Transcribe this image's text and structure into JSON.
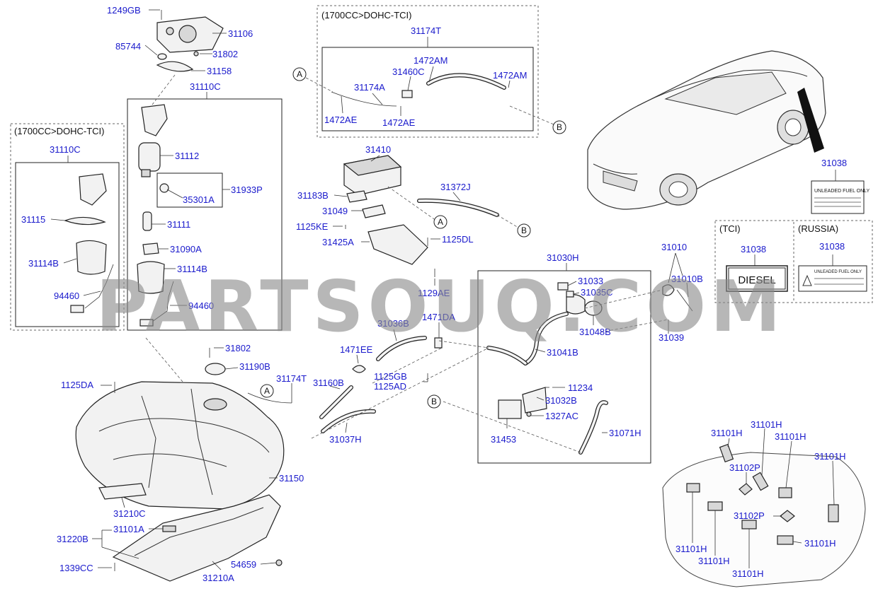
{
  "watermark": "PARTSOUQ.COM",
  "headers": {
    "variant_left": "(1700CC>DOHC-TCI)",
    "variant_top": "(1700CC>DOHC-TCI)",
    "tci": "(TCI)",
    "russia": "(RUSSIA)"
  },
  "callouts": {
    "a": "A",
    "b": "B"
  },
  "labels": {
    "diesel": "DIESEL",
    "fuel_label_1": "UNLEADED FUEL ONLY",
    "fuel_label_2": "UNLEADED FUEL ONLY"
  },
  "parts": {
    "p1249GB": "1249GB",
    "p31106": "31106",
    "p85744": "85744",
    "p31802a": "31802",
    "p31158": "31158",
    "p31110C_main": "31110C",
    "p31110C_alt": "31110C",
    "p31112": "31112",
    "p31933P": "31933P",
    "p35301A": "35301A",
    "p31111": "31111",
    "p31090A": "31090A",
    "p31114B_main": "31114B",
    "p94460_main": "94460",
    "p31115": "31115",
    "p31114B_alt": "31114B",
    "p94460_alt": "94460",
    "p31174T_top": "31174T",
    "p1472AM_a": "1472AM",
    "p31460C": "31460C",
    "p1472AM_b": "1472AM",
    "p31174A": "31174A",
    "p1472AE_a": "1472AE",
    "p1472AE_b": "1472AE",
    "p31410": "31410",
    "p31183B": "31183B",
    "p31372J": "31372J",
    "p31049": "31049",
    "p1125KE": "1125KE",
    "p31425A": "31425A",
    "p1125DL": "1125DL",
    "p1129AE": "1129AE",
    "p31038_car": "31038",
    "p31038_tci": "31038",
    "p31038_rus": "31038",
    "p31010": "31010",
    "p31010B": "31010B",
    "p31030H": "31030H",
    "p31033": "31033",
    "p31035C": "31035C",
    "p31048B": "31048B",
    "p31039": "31039",
    "p31041B": "31041B",
    "p31036B": "31036B",
    "p1471DA": "1471DA",
    "p1471EE": "1471EE",
    "p1125GB": "1125GB",
    "p1125AD": "1125AD",
    "p31160B": "31160B",
    "p31037H": "31037H",
    "p11234": "11234",
    "p31032B": "31032B",
    "p1327AC": "1327AC",
    "p31071H": "31071H",
    "p31453": "31453",
    "p31802b": "31802",
    "p31190B": "31190B",
    "p31174T_mid": "31174T",
    "p1125DA": "1125DA",
    "p31150": "31150",
    "p31210C": "31210C",
    "p31220B": "31220B",
    "p31101A": "31101A",
    "p1339CC": "1339CC",
    "p54659": "54659",
    "p31210A": "31210A",
    "p31101H_1": "31101H",
    "p31101H_2": "31101H",
    "p31101H_3": "31101H",
    "p31101H_4": "31101H",
    "p31102P_1": "31102P",
    "p31102P_2": "31102P",
    "p31101H_5": "31101H",
    "p31101H_6": "31101H",
    "p31101H_7": "31101H",
    "p31101H_8": "31101H"
  }
}
